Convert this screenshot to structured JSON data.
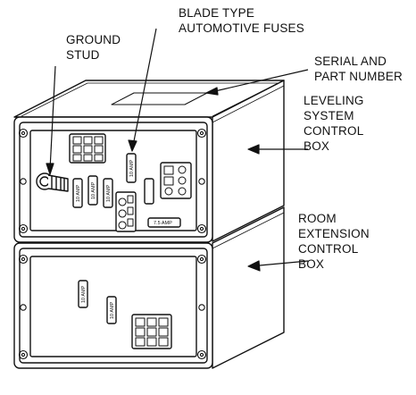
{
  "callouts": {
    "ground_stud": [
      "GROUND",
      "STUD"
    ],
    "blade_fuses": [
      "BLADE TYPE",
      "AUTOMOTIVE FUSES"
    ],
    "serial_part": [
      "SERIAL AND",
      "PART NUMBER"
    ],
    "leveling_box": [
      "LEVELING",
      "SYSTEM",
      "CONTROL",
      "BOX"
    ],
    "room_box": [
      "ROOM",
      "EXTENSION",
      "CONTROL",
      "BOX"
    ]
  },
  "fuse_labels": {
    "upper_center": "10 AMP",
    "upper_a": "10 AMP",
    "upper_b": "10 AMP",
    "upper_c": "10 AMP",
    "upper_wide": "7.5 AMP",
    "lower_a": "10 AMP",
    "lower_b": "10 AMP"
  },
  "colors": {
    "ink": "#111111",
    "paper": "#ffffff",
    "shade": "#d6d6d6"
  }
}
